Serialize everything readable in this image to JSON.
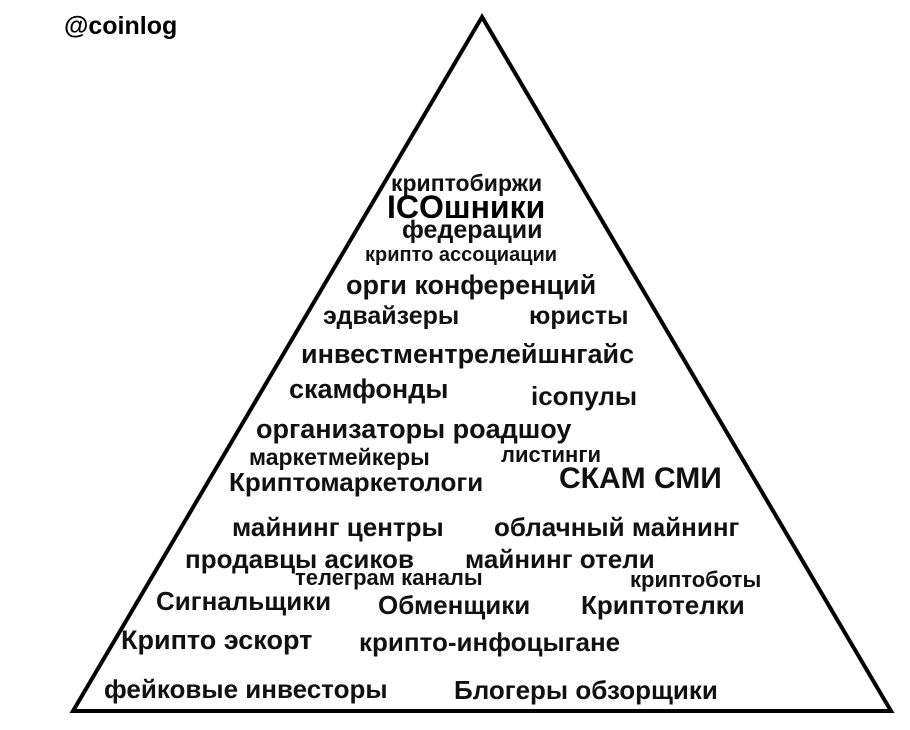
{
  "watermark": "@coinlog",
  "labels": {
    "birzhi": "криптобиржи",
    "icoshniki": "ICOшники",
    "federatsii": "федерации",
    "assotsiatsii": "крипто ассоциации",
    "orgi": "орги конференций",
    "edvaizery": "эдвайзеры",
    "yuristy": "юристы",
    "investment": "инвестментрелейшнгайс",
    "skamfondy": "скамфонды",
    "icopuly": "icoпулы",
    "roadshow": "организаторы роадшоу",
    "marketmakers": "маркетмейкеры",
    "listingi": "листинги",
    "marketology": "Криптомаркетологи",
    "skam_smi": "СКАМ СМИ",
    "mining_centers": "майнинг центры",
    "cloud_mining": "облачный майнинг",
    "asic_sellers": "продавцы асиков",
    "mining_hotels": "майнинг отели",
    "telegram": "телеграм каналы",
    "bots": "криптоботы",
    "signals": "Сигнальщики",
    "exchangers": "Обменщики",
    "teleki": "Криптотелки",
    "escort": "Крипто эскорт",
    "infogypsies": "крипто-инфоцыгане",
    "fake_investors": "фейковые инвесторы",
    "bloggers": "Блогеры обзорщики"
  }
}
